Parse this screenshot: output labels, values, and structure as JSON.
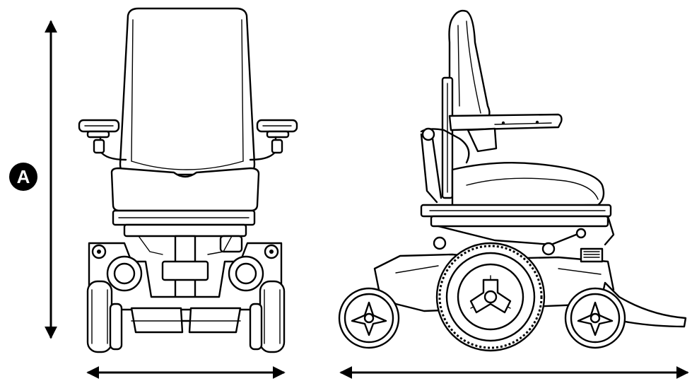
{
  "figure": {
    "dimension_label": "A",
    "views": [
      "front-view",
      "side-view"
    ],
    "dimension_arrows": [
      "height",
      "width",
      "length"
    ]
  }
}
